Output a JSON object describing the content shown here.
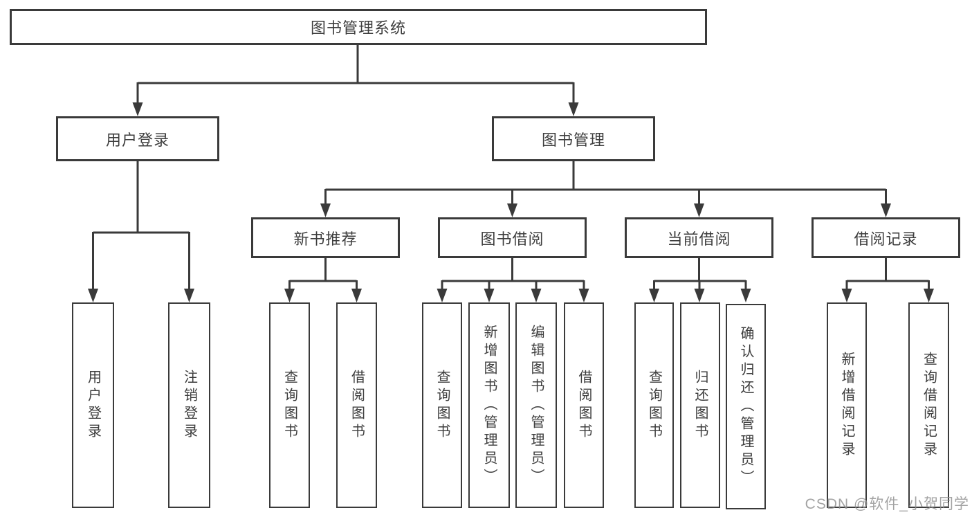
{
  "colors": {
    "line": "#3a3a3a",
    "text": "#3d3d3d",
    "watermark": "#8f8f8f",
    "background": "#ffffff"
  },
  "tree": {
    "root": "图书管理系统",
    "branches": [
      {
        "label": "用户登录",
        "children": [
          {
            "label": "用户登录"
          },
          {
            "label": "注销登录"
          }
        ]
      },
      {
        "label": "图书管理",
        "children": [
          {
            "label": "新书推荐",
            "children": [
              {
                "label": "查询图书"
              },
              {
                "label": "借阅图书"
              }
            ]
          },
          {
            "label": "图书借阅",
            "children": [
              {
                "label": "查询图书"
              },
              {
                "label": "新增图书（管理员）"
              },
              {
                "label": "编辑图书（管理员）"
              },
              {
                "label": "借阅图书"
              }
            ]
          },
          {
            "label": "当前借阅",
            "children": [
              {
                "label": "查询图书"
              },
              {
                "label": "归还图书"
              },
              {
                "label": "确认归还（管理员）"
              }
            ]
          },
          {
            "label": "借阅记录",
            "children": [
              {
                "label": "新增借阅记录"
              },
              {
                "label": "查询借阅记录"
              }
            ]
          }
        ]
      }
    ]
  },
  "watermark": {
    "text": "CSDN @软件_小贺同学"
  }
}
